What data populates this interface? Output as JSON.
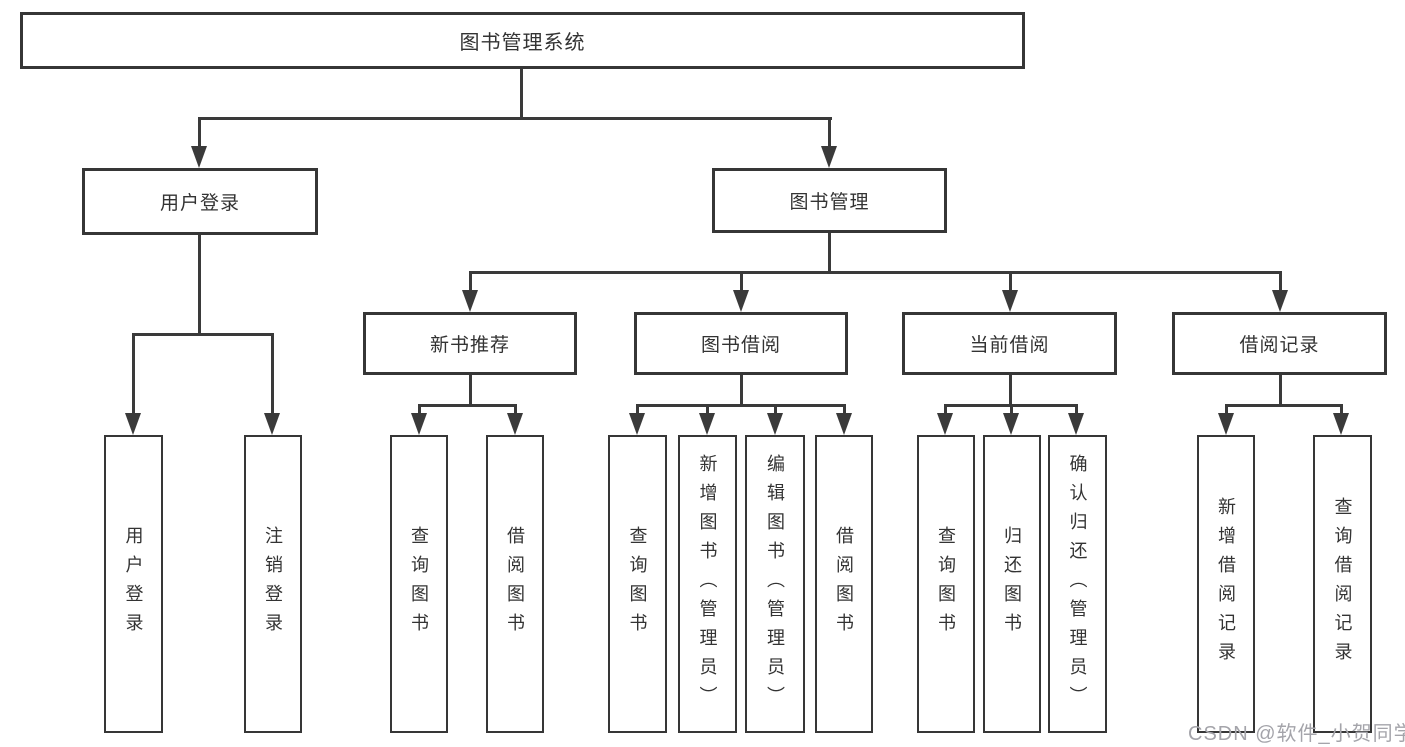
{
  "tree": {
    "root": {
      "label": "图书管理系统"
    },
    "level2": [
      {
        "label": "用户登录"
      },
      {
        "label": "图书管理"
      }
    ],
    "level3": [
      {
        "label": "新书推荐"
      },
      {
        "label": "图书借阅"
      },
      {
        "label": "当前借阅"
      },
      {
        "label": "借阅记录"
      }
    ],
    "leaves": {
      "user": [
        {
          "label": "用户登录"
        },
        {
          "label": "注销登录"
        }
      ],
      "recommend": [
        {
          "label": "查询图书"
        },
        {
          "label": "借阅图书"
        }
      ],
      "borrow": [
        {
          "label": "查询图书"
        },
        {
          "label": "新增图书（管理员）"
        },
        {
          "label": "编辑图书（管理员）"
        },
        {
          "label": "借阅图书"
        }
      ],
      "current": [
        {
          "label": "查询图书"
        },
        {
          "label": "归还图书"
        },
        {
          "label": "确认归还（管理员）"
        }
      ],
      "records": [
        {
          "label": "新增借阅记录"
        },
        {
          "label": "查询借阅记录"
        }
      ]
    }
  },
  "watermark": {
    "text": "CSDN @软件_小贺同学"
  },
  "colors": {
    "line": "#3a3a3a",
    "text": "#333333",
    "watermark": "#a4a4aa",
    "background": "#ffffff"
  }
}
